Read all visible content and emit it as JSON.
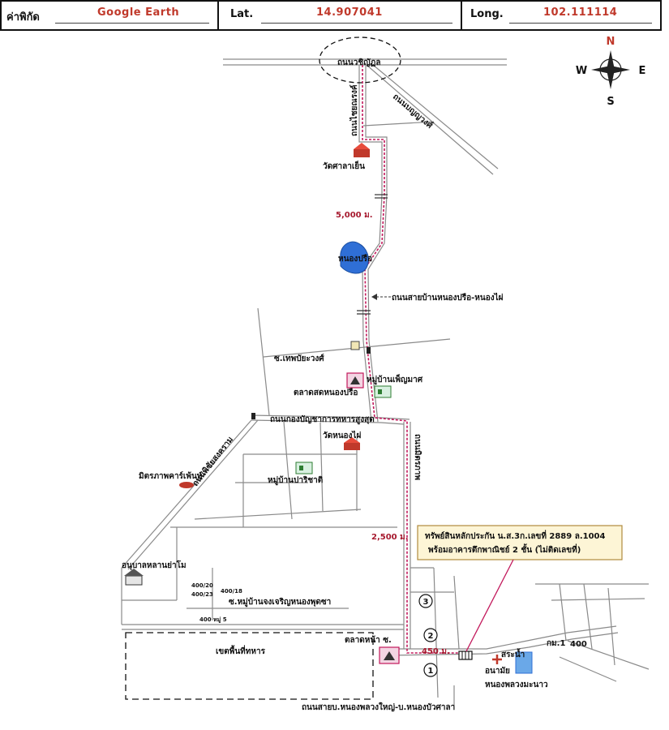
{
  "header": {
    "coord_label": "ค่าพิกัด",
    "coord_source": "Google Earth",
    "lat_label": "Lat.",
    "lat_value": "14.907041",
    "long_label": "Long.",
    "long_value": "102.111114"
  },
  "compass": {
    "n": "N",
    "s": "S",
    "e": "E",
    "w": "W"
  },
  "roads": {
    "top": "ถนนวชิญัฏล",
    "diag_ne": "ถนนบญญวงศ์",
    "north_south": "ถนนไชยณรงค์",
    "nongpru_nongmai": "ถนนสายบ้านหนองปรือ-หนองไผ่",
    "soi_thepbiyawong": "ซ.เทพบัยะวงศ์",
    "army_road": "ถนนกองบัญชาการทหารสูงสุด",
    "mitraphap": "ถนนมิตรภาพ",
    "phichai": "ถนนพิชัยสงคราม",
    "soi_village": "ซ.หมู่บ้านจงเจริญหนองพุดซา",
    "bottom": "ถนนสายบ.หนองพลวงใหญ่-บ.หนองบัวศาลา"
  },
  "places": {
    "wat_salayen": "วัดศาลาเย็น",
    "nong_pru_lake": "หนองปรือ",
    "village_phenmas": "หมู่บ้านเพ็ญมาศ",
    "market_nongpru": "ตลาดสดหนองปรือ",
    "wat_nongmai": "วัดหนองไผ่",
    "village_parichat": "หมู่บ้านปาริชาติ",
    "mitraphap_church": "มิตรภาพคาร์เพ้นท์",
    "kindergarten": "อนุบาลหลานย่าโม",
    "military_zone": "เขตพื้นที่ทหาร",
    "market_front": "ตลาดหน้า ซ.",
    "reservoir": "สระน้ำ",
    "health_station": "อนามัย",
    "nong_pluang": "หนองพลวงมะนาว",
    "km_marker": "กม.1",
    "km_value": "400"
  },
  "house_numbers": {
    "h1": "400/20",
    "h2": "400/18",
    "h3": "400/23",
    "h4": "400 หมู่ 5"
  },
  "distances": {
    "d1": "5,000 ม.",
    "d2": "2,500 ม.",
    "d3": "450 ม."
  },
  "markers": {
    "m1": "1",
    "m2": "2",
    "m3": "3"
  },
  "property_note": {
    "line1": "ทรัพย์สินหลักประกัน น.ส.3ก.เลขที่ 2889 ล.1004",
    "line2": "พร้อมอาคารตึกพาณิชย์ 2 ชั้น (ไม่ติดเลขที่)"
  },
  "colors": {
    "route": "#c2185b",
    "lake": "#2f6fd6",
    "distance_text": "#a6192e",
    "note_bg": "#fdf5d6",
    "note_border": "#b08a3c"
  }
}
